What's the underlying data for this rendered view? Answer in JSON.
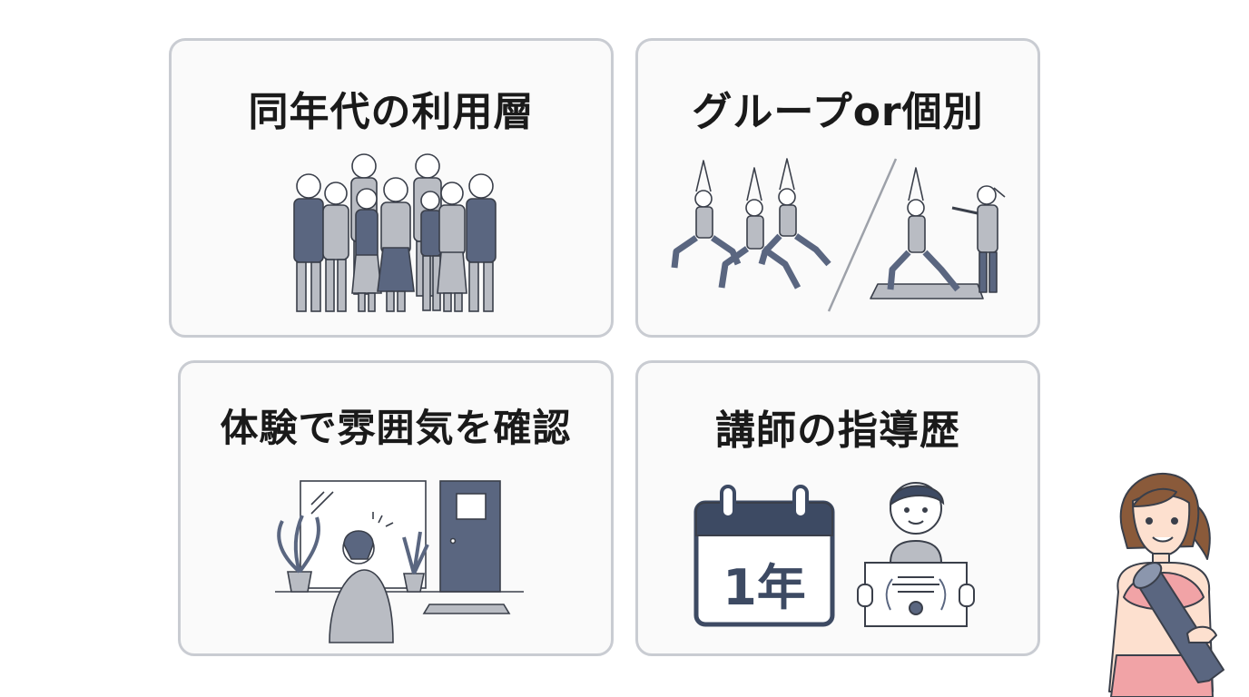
{
  "cards": [
    {
      "title": "同年代の利用層",
      "icon": "diverse-people-group-icon"
    },
    {
      "title": "グループor個別",
      "icon": "group-vs-private-yoga-icon"
    },
    {
      "title": "体験で雰囲気を確認",
      "icon": "studio-trial-visit-icon"
    },
    {
      "title": "講師の指導歴",
      "icon": "instructor-experience-icon",
      "calendar_text": "1年"
    }
  ],
  "mascot": {
    "icon": "yoga-woman-with-mat-icon"
  },
  "colors": {
    "navy": "#5a6680",
    "grey": "#b9bcc3",
    "border": "#c9ccd2",
    "pink": "#f1a3a6"
  }
}
